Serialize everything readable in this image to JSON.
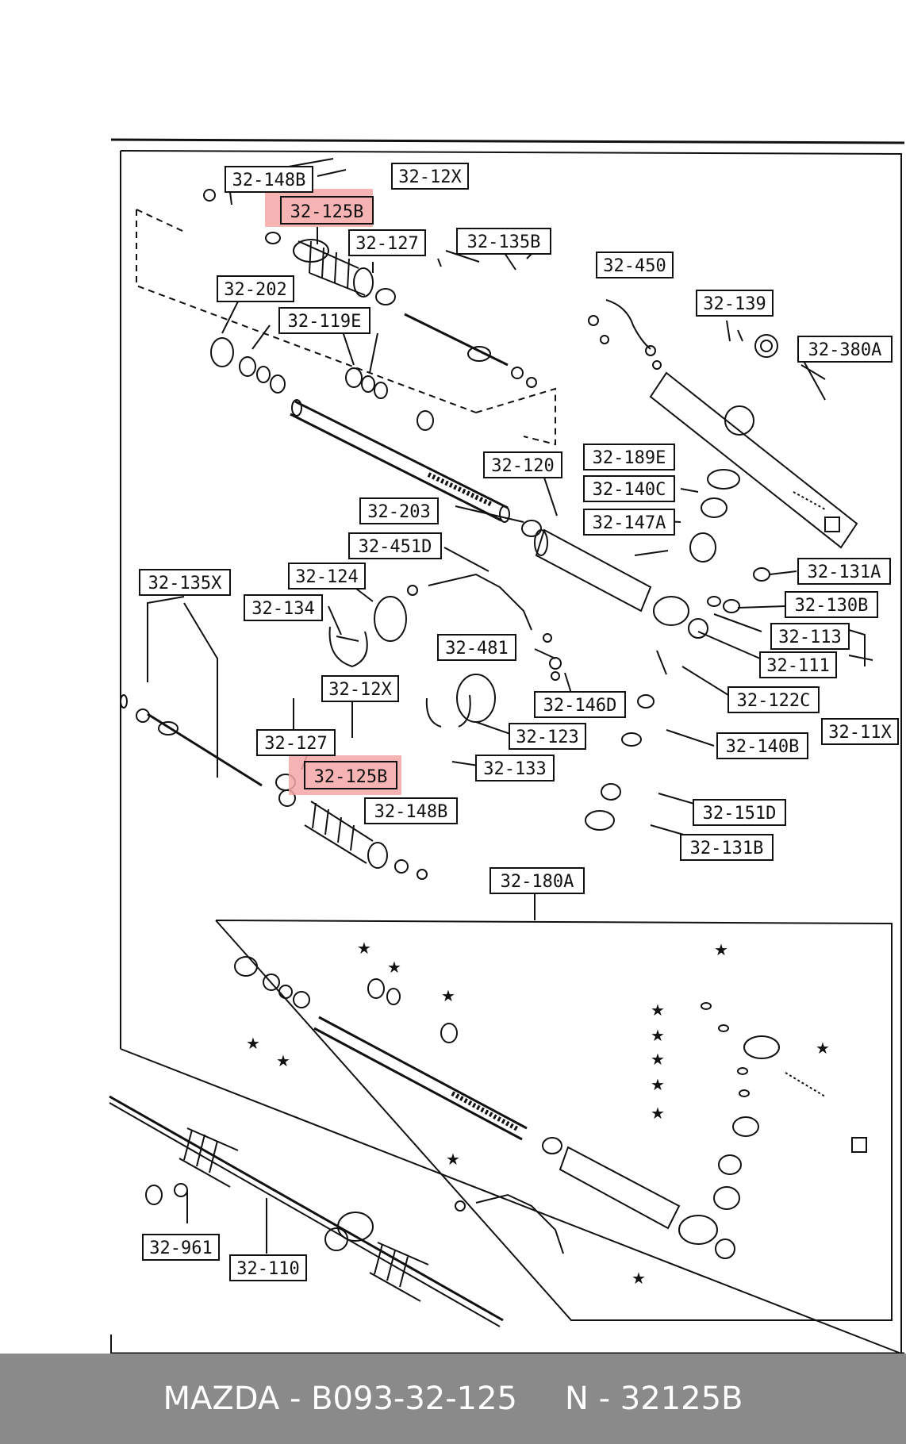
{
  "footer": {
    "part_text": "MAZDA - B093-32-125",
    "number_text": "N - 32125B"
  },
  "highlight_color": "#f4a6a6",
  "labels": {
    "l1": "32-148B",
    "l2": "32-12X",
    "l3": "32-125B",
    "l4": "32-127",
    "l5": "32-135B",
    "l6": "32-450",
    "l7": "32-202",
    "l8": "32-119E",
    "l9": "32-139",
    "l10": "32-380A",
    "l11": "32-189E",
    "l12": "32-120",
    "l13": "32-140C",
    "l14": "32-147A",
    "l15": "32-203",
    "l16": "32-451D",
    "l17": "32-135X",
    "l18": "32-124",
    "l19": "32-134",
    "l20": "32-131A",
    "l21": "32-130B",
    "l22": "32-113",
    "l23": "32-481",
    "l24": "32-111",
    "l25": "32-12X",
    "l26": "32-146D",
    "l27": "32-122C",
    "l28": "32-11X",
    "l29": "32-127",
    "l30": "32-123",
    "l31": "32-140B",
    "l32": "32-125B",
    "l33": "32-133",
    "l34": "32-148B",
    "l35": "32-151D",
    "l36": "32-131B",
    "l37": "32-180A",
    "l38": "32-961",
    "l39": "32-110"
  }
}
